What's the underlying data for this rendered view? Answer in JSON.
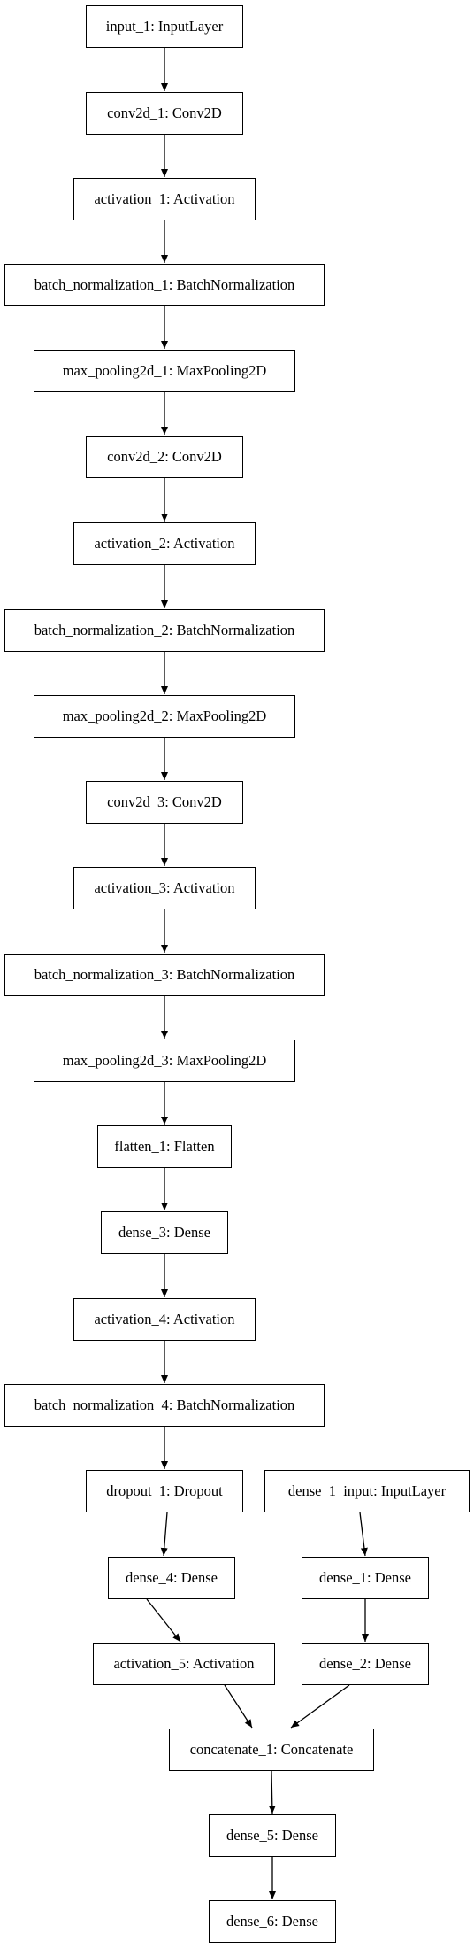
{
  "nodes": [
    {
      "id": "n1",
      "label": "input_1: InputLayer"
    },
    {
      "id": "n2",
      "label": "conv2d_1: Conv2D"
    },
    {
      "id": "n3",
      "label": "activation_1: Activation"
    },
    {
      "id": "n4",
      "label": "batch_normalization_1: BatchNormalization"
    },
    {
      "id": "n5",
      "label": "max_pooling2d_1: MaxPooling2D"
    },
    {
      "id": "n6",
      "label": "conv2d_2: Conv2D"
    },
    {
      "id": "n7",
      "label": "activation_2: Activation"
    },
    {
      "id": "n8",
      "label": "batch_normalization_2: BatchNormalization"
    },
    {
      "id": "n9",
      "label": "max_pooling2d_2: MaxPooling2D"
    },
    {
      "id": "n10",
      "label": "conv2d_3: Conv2D"
    },
    {
      "id": "n11",
      "label": "activation_3: Activation"
    },
    {
      "id": "n12",
      "label": "batch_normalization_3: BatchNormalization"
    },
    {
      "id": "n13",
      "label": "max_pooling2d_3: MaxPooling2D"
    },
    {
      "id": "n14",
      "label": "flatten_1: Flatten"
    },
    {
      "id": "n15",
      "label": "dense_3: Dense"
    },
    {
      "id": "n16",
      "label": "activation_4: Activation"
    },
    {
      "id": "n17",
      "label": "batch_normalization_4: BatchNormalization"
    },
    {
      "id": "n18",
      "label": "dropout_1: Dropout"
    },
    {
      "id": "n19",
      "label": "dense_1_input: InputLayer"
    },
    {
      "id": "n20",
      "label": "dense_4: Dense"
    },
    {
      "id": "n21",
      "label": "dense_1: Dense"
    },
    {
      "id": "n22",
      "label": "activation_5: Activation"
    },
    {
      "id": "n23",
      "label": "dense_2: Dense"
    },
    {
      "id": "n24",
      "label": "concatenate_1: Concatenate"
    },
    {
      "id": "n25",
      "label": "dense_5: Dense"
    },
    {
      "id": "n26",
      "label": "dense_6: Dense"
    }
  ],
  "edges": [
    [
      "n1",
      "n2"
    ],
    [
      "n2",
      "n3"
    ],
    [
      "n3",
      "n4"
    ],
    [
      "n4",
      "n5"
    ],
    [
      "n5",
      "n6"
    ],
    [
      "n6",
      "n7"
    ],
    [
      "n7",
      "n8"
    ],
    [
      "n8",
      "n9"
    ],
    [
      "n9",
      "n10"
    ],
    [
      "n10",
      "n11"
    ],
    [
      "n11",
      "n12"
    ],
    [
      "n12",
      "n13"
    ],
    [
      "n13",
      "n14"
    ],
    [
      "n14",
      "n15"
    ],
    [
      "n15",
      "n16"
    ],
    [
      "n16",
      "n17"
    ],
    [
      "n17",
      "n18"
    ],
    [
      "n18",
      "n20"
    ],
    [
      "n20",
      "n22"
    ],
    [
      "n22",
      "n24"
    ],
    [
      "n19",
      "n21"
    ],
    [
      "n21",
      "n23"
    ],
    [
      "n23",
      "n24"
    ],
    [
      "n24",
      "n25"
    ],
    [
      "n25",
      "n26"
    ]
  ]
}
